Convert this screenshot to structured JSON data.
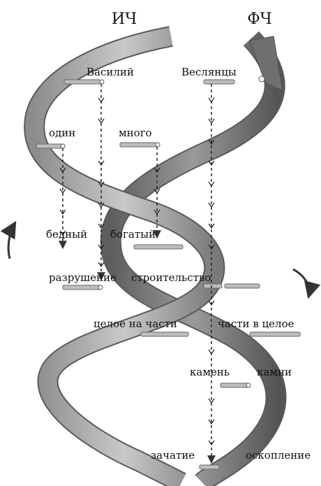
{
  "headers": {
    "left": "ИЧ",
    "right": "ФЧ"
  },
  "labels": {
    "vasiliy": "Василий",
    "veslyantsy": "Веслянцы",
    "odin": "один",
    "mnogo": "много",
    "bednyi": "бедный",
    "bogatyi": "богатый",
    "razrushenie": "разрушение",
    "stroitelstvo": "строительство",
    "tseloe_na_chasti": "целое на части",
    "chasti_v_tseloe": "части в целое",
    "kamen": "камень",
    "kamni": "камни",
    "zachatie": "зачатие",
    "oskoplenie": "оскопление"
  },
  "colors": {
    "ribbon": "#a9a9a9",
    "ribbon_dark": "#6f6f6f",
    "ribbon_edge": "#5a5a5a",
    "arrow": "#222222"
  }
}
